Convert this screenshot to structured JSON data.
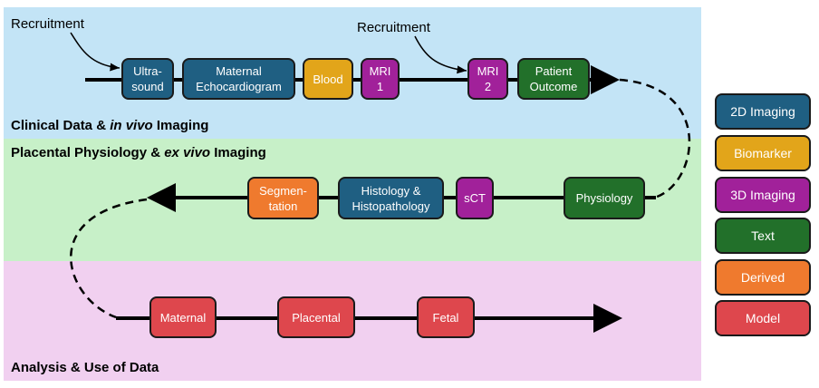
{
  "colors": {
    "imaging2d": "#1f5f82",
    "biomarker": "#e2a51a",
    "imaging3d": "#a1219a",
    "text": "#22702a",
    "derived": "#ef7a2e",
    "model": "#de474d",
    "band_clinical": "#c3e4f6",
    "band_placental": "#c7f0c8",
    "band_analysis": "#f1d0f0"
  },
  "sections": {
    "clinical": {
      "title_prefix": "Clinical Data & ",
      "title_italic": "in vivo",
      "title_suffix": " Imaging"
    },
    "placental": {
      "title_prefix": "Placental Physiology & ",
      "title_italic": "ex vivo",
      "title_suffix": " Imaging"
    },
    "analysis": {
      "title": "Analysis & Use of Data"
    }
  },
  "annotations": {
    "recruitment_1": "Recruitment",
    "recruitment_2": "Recruitment"
  },
  "nodes": {
    "ultrasound": {
      "label": "Ultra-\nsound",
      "category": "2D Imaging"
    },
    "maternal_echo": {
      "label": "Maternal\nEchocardiogram",
      "category": "2D Imaging"
    },
    "blood": {
      "label": "Blood",
      "category": "Biomarker"
    },
    "mri1": {
      "label": "MRI\n1",
      "category": "3D Imaging"
    },
    "mri2": {
      "label": "MRI\n2",
      "category": "3D Imaging"
    },
    "patient_outcome": {
      "label": "Patient\nOutcome",
      "category": "Text"
    },
    "segmentation": {
      "label": "Segmen-\ntation",
      "category": "Derived"
    },
    "histology": {
      "label": "Histology &\nHistopathology",
      "category": "2D Imaging"
    },
    "sct": {
      "label": "sCT",
      "category": "3D Imaging"
    },
    "physiology": {
      "label": "Physiology",
      "category": "Text"
    },
    "maternal": {
      "label": "Maternal",
      "category": "Model"
    },
    "placental": {
      "label": "Placental",
      "category": "Model"
    },
    "fetal": {
      "label": "Fetal",
      "category": "Model"
    }
  },
  "legend": [
    {
      "label": "2D Imaging",
      "color": "#1f5f82"
    },
    {
      "label": "Biomarker",
      "color": "#e2a51a"
    },
    {
      "label": "3D Imaging",
      "color": "#a1219a"
    },
    {
      "label": "Text",
      "color": "#22702a"
    },
    {
      "label": "Derived",
      "color": "#ef7a2e"
    },
    {
      "label": "Model",
      "color": "#de474d"
    }
  ]
}
